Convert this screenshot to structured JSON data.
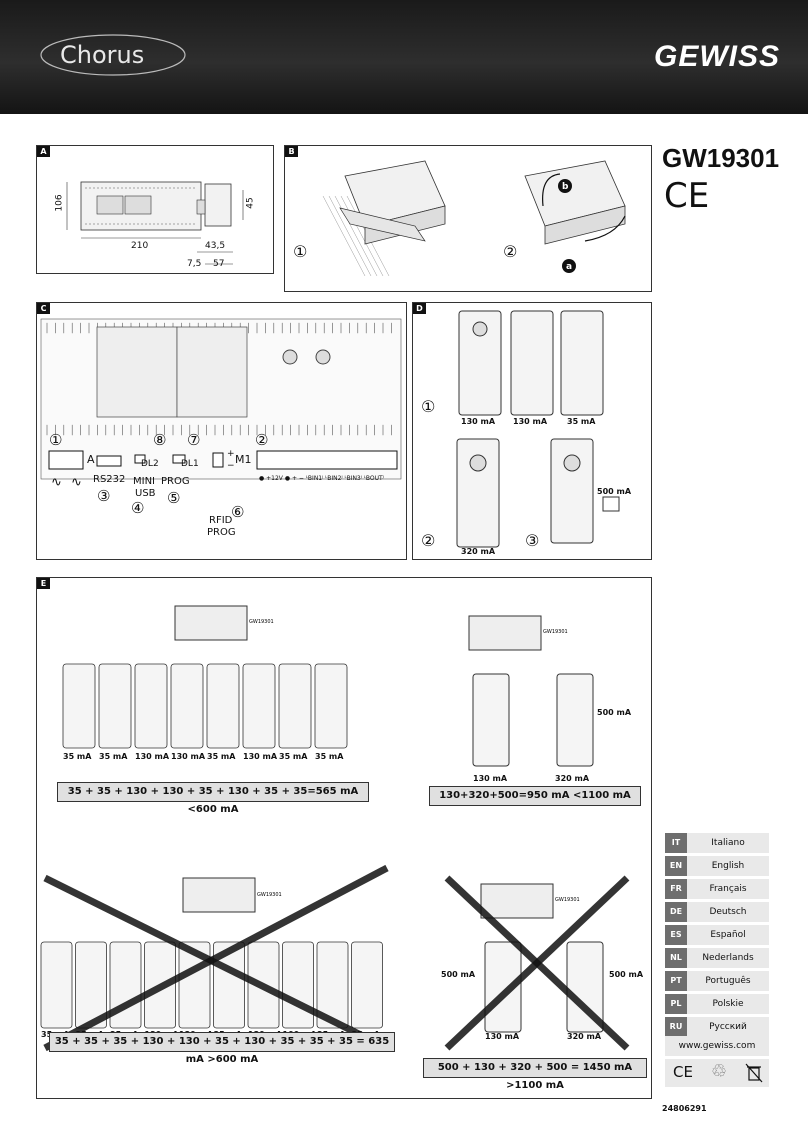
{
  "header": {
    "brand": "Chorus",
    "company": "GEWISS"
  },
  "product": {
    "model": "GW19301",
    "mark": "CE"
  },
  "panels": {
    "A": {
      "label": "A",
      "dims": {
        "height": "106",
        "width": "210",
        "depth1": "43,5",
        "depth2": "57",
        "offset": "7,5",
        "front": "45"
      }
    },
    "B": {
      "label": "B",
      "step1": "①",
      "step2": "②",
      "arrow_a": "a",
      "arrow_b": "b"
    },
    "C": {
      "label": "C",
      "n1": "①",
      "n2": "②",
      "n3": "③",
      "n4": "④",
      "n5": "⑤",
      "n6": "⑥",
      "n7": "⑦",
      "n8": "⑧",
      "conn_a": "A",
      "conn_m1": "M1",
      "rs232": "RS232",
      "mini": "MINI",
      "usb": "USB",
      "dl2": "DL2",
      "dl1": "DL1",
      "prog": "PROG",
      "rfid": "RFID",
      "rfid_prog": "PROG",
      "plus": "+",
      "minus": "−",
      "ac1": "∿",
      "ac2": "∿",
      "terminals": "● +12V ●  +  −  ᴸBIN1ᴶ  ᴸBIN2ᴶ  ᴸBIN3ᴶ  ᴸBOUTᴶ"
    },
    "D": {
      "label": "D",
      "n1": "①",
      "n2": "②",
      "n3": "③",
      "m1": "130 mA",
      "m2": "130 mA",
      "m3": "35 mA",
      "m4": "320 mA",
      "m5": "500 mA"
    },
    "E": {
      "label": "E",
      "unit": "GW19301",
      "top_left_labels": [
        "35 mA",
        "35 mA",
        "130 mA",
        "130 mA",
        "35 mA",
        "130 mA",
        "35 mA",
        "35 mA"
      ],
      "top_left_sum": "35 + 35 + 130 + 130 + 35 + 130 + 35 + 35=565 mA <600 mA",
      "top_right_labels": [
        "130 mA",
        "320 mA",
        "500 mA"
      ],
      "top_right_sum": "130+320+500=950 mA <1100 mA",
      "bottom_left_labels": [
        "35 mA",
        "35 mA",
        "35 mA",
        "130 mA",
        "130 mA",
        "35 mA",
        "130 mA",
        "100 mA",
        "35 mA",
        "35 mA"
      ],
      "bottom_left_sum": "35 + 35 + 35 + 130 + 130 + 35 + 130 + 35 + 35 + 35 = 635 mA >600 mA",
      "bottom_right_labels": [
        "500 mA",
        "500 mA",
        "130 mA",
        "320 mA"
      ],
      "bottom_right_sum": "500 + 130 + 320 + 500 = 1450 mA >1100 mA"
    }
  },
  "languages": [
    {
      "code": "IT",
      "name": "Italiano"
    },
    {
      "code": "EN",
      "name": "English"
    },
    {
      "code": "FR",
      "name": "Français"
    },
    {
      "code": "DE",
      "name": "Deutsch"
    },
    {
      "code": "ES",
      "name": "Español"
    },
    {
      "code": "NL",
      "name": "Nederlands"
    },
    {
      "code": "PT",
      "name": "Português"
    },
    {
      "code": "PL",
      "name": "Polskie"
    },
    {
      "code": "RU",
      "name": "Русский"
    }
  ],
  "website": "www.gewiss.com",
  "symbols": {
    "ce": "CE",
    "recycle": "♲",
    "bin": "bin-icon"
  },
  "doc_code": "24806291"
}
